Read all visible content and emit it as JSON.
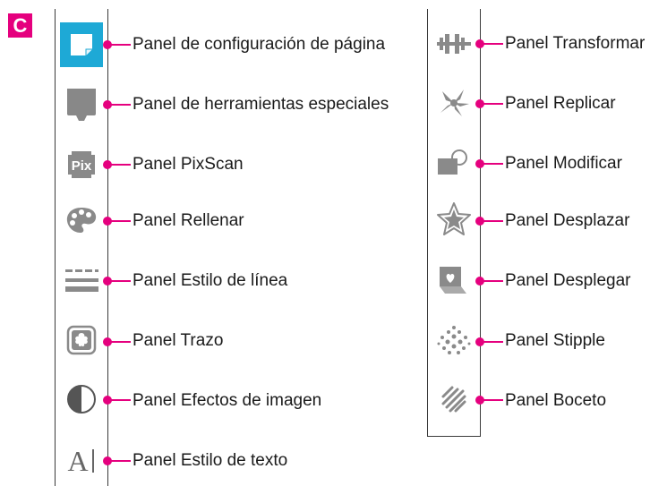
{
  "badge": "C",
  "accent_color": "#e5007e",
  "selected_color": "#1ea9d6",
  "left_column": [
    {
      "icon": "page-setup-icon",
      "label": "Panel de configuración de página",
      "selected": true
    },
    {
      "icon": "special-tools-icon",
      "label": "Panel de herramientas especiales"
    },
    {
      "icon": "pixscan-icon",
      "icon_text": "Pix",
      "label": "Panel PixScan"
    },
    {
      "icon": "palette-icon",
      "label": "Panel Rellenar"
    },
    {
      "icon": "line-style-icon",
      "label": "Panel Estilo de línea"
    },
    {
      "icon": "trace-icon",
      "label": "Panel Trazo"
    },
    {
      "icon": "image-effects-icon",
      "label": "Panel Efectos de imagen"
    },
    {
      "icon": "text-style-icon",
      "icon_text": "A",
      "label": "Panel Estilo de texto"
    }
  ],
  "right_column": [
    {
      "icon": "transform-icon",
      "label": "Panel Transformar"
    },
    {
      "icon": "replicate-icon",
      "label": "Panel Replicar"
    },
    {
      "icon": "modify-icon",
      "label": "Panel Modificar"
    },
    {
      "icon": "offset-icon",
      "label": "Panel Desplazar"
    },
    {
      "icon": "warp-icon",
      "label": "Panel Desplegar"
    },
    {
      "icon": "stipple-icon",
      "label": "Panel Stipple"
    },
    {
      "icon": "sketch-icon",
      "label": "Panel Boceto"
    }
  ]
}
